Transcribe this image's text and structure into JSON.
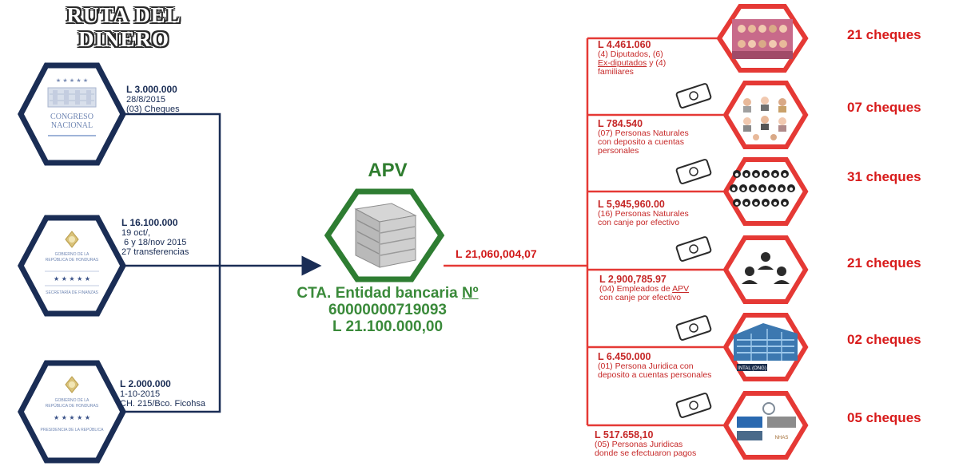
{
  "title_lines": [
    "RUTA DEL",
    "DINERO"
  ],
  "sources": [
    {
      "id": "congreso",
      "amount": "L 3.000.000",
      "details": [
        "28/8/2015",
        "(03) Cheques"
      ],
      "logo_text": [
        "CONGRESO",
        "NACIONAL"
      ]
    },
    {
      "id": "secretaria-finanzas",
      "amount": "L 16.100.000",
      "details": [
        "19 oct/,",
        " 6 y 18/nov 2015",
        "27 transferencias"
      ],
      "logo_text": [
        "GOBIERNO DE LA",
        "REPÚBLICA DE HONDURAS",
        "SECRETARÍA DE FINANZAS"
      ]
    },
    {
      "id": "presidencia",
      "amount": "L 2.000.000",
      "details": [
        "1-10-2015",
        "CH. 215/Bco. Ficohsa"
      ],
      "logo_text": [
        "GOBIERNO DE LA",
        "REPÚBLICA DE HONDURAS",
        "PRESIDENCIA DE LA REPÚBLICA"
      ]
    }
  ],
  "center": {
    "name": "APV",
    "cta_label": "CTA. Entidad bancaria ",
    "cta_symbol": "Nº",
    "account_number": "60000000719093",
    "balance": "L 21.100.000,00"
  },
  "distributed_amount": "L 21,060,004,07",
  "destinations": [
    {
      "id": "diputados",
      "amount": "L 4.461.060",
      "lines": [
        [
          {
            "t": "(4) Diputados, (6)"
          }
        ],
        [
          {
            "t": "Ex-diputados",
            "u": true
          },
          {
            "t": " y (4)"
          }
        ],
        [
          {
            "t": "familiares"
          }
        ]
      ],
      "cheques": "21 cheques"
    },
    {
      "id": "personas-naturales-deposito",
      "amount": "L 784.540",
      "lines": [
        [
          {
            "t": "(07) Personas Naturales"
          }
        ],
        [
          {
            "t": "con deposito a cuentas"
          }
        ],
        [
          {
            "t": "personales"
          }
        ]
      ],
      "cheques": "07 cheques"
    },
    {
      "id": "personas-naturales-canje",
      "amount": "L 5,945,960.00",
      "lines": [
        [
          {
            "t": "(16) Personas Naturales"
          }
        ],
        [
          {
            "t": "con canje por efectivo"
          }
        ]
      ],
      "cheques": "31 cheques"
    },
    {
      "id": "empleados-apv",
      "amount": "L 2,900,785.97",
      "lines": [
        [
          {
            "t": "(04) Empleados de "
          },
          {
            "t": "APV",
            "u": true
          }
        ],
        [
          {
            "t": "con canje por efectivo"
          }
        ]
      ],
      "cheques": "21 cheques"
    },
    {
      "id": "persona-juridica",
      "amount": "L 6.450.000",
      "lines": [
        [
          {
            "t": "(01) Persona Juridica con"
          }
        ],
        [
          {
            "t": "deposito a cuentas personales"
          }
        ]
      ],
      "cheques": "02 cheques",
      "building_label": "INTAL (ONG)"
    },
    {
      "id": "personas-juridicas-pagos",
      "amount": "L 517.658,10",
      "lines": [
        [
          {
            "t": "(05) Personas Juridicas"
          }
        ],
        [
          {
            "t": "donde se efectuaron pagos"
          }
        ]
      ],
      "cheques": "05 cheques",
      "logo_label": "NHAS"
    }
  ],
  "colors": {
    "navy": "#1a2d55",
    "green": "#2f7d2f",
    "red": "#d81b1b"
  }
}
